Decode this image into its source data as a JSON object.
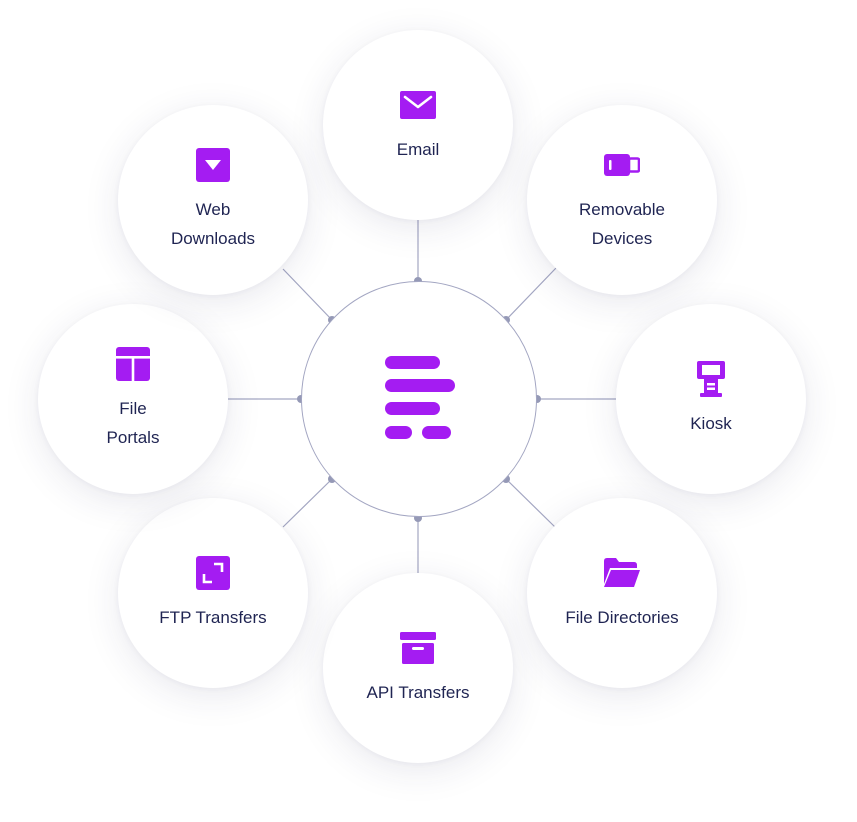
{
  "colors": {
    "accent": "#a41cf2",
    "line": "#a3a6c2",
    "dot": "#9599b6",
    "text": "#1f2452"
  },
  "hub": {
    "icon": "layered-bars-logo-icon"
  },
  "nodes": [
    {
      "id": "email",
      "label": "Email",
      "icon": "envelope-icon"
    },
    {
      "id": "removable-devices",
      "label": "Removable\nDevices",
      "icon": "usb-drive-icon"
    },
    {
      "id": "kiosk",
      "label": "Kiosk",
      "icon": "kiosk-terminal-icon"
    },
    {
      "id": "file-directories",
      "label": "File Directories",
      "icon": "open-folder-icon"
    },
    {
      "id": "api-transfers",
      "label": "API Transfers",
      "icon": "archive-box-icon"
    },
    {
      "id": "ftp-transfers",
      "label": "FTP Transfers",
      "icon": "expand-arrows-icon"
    },
    {
      "id": "file-portals",
      "label": "File\nPortals",
      "icon": "layout-grid-icon"
    },
    {
      "id": "web-downloads",
      "label": "Web\nDownloads",
      "icon": "download-arrow-icon"
    }
  ]
}
